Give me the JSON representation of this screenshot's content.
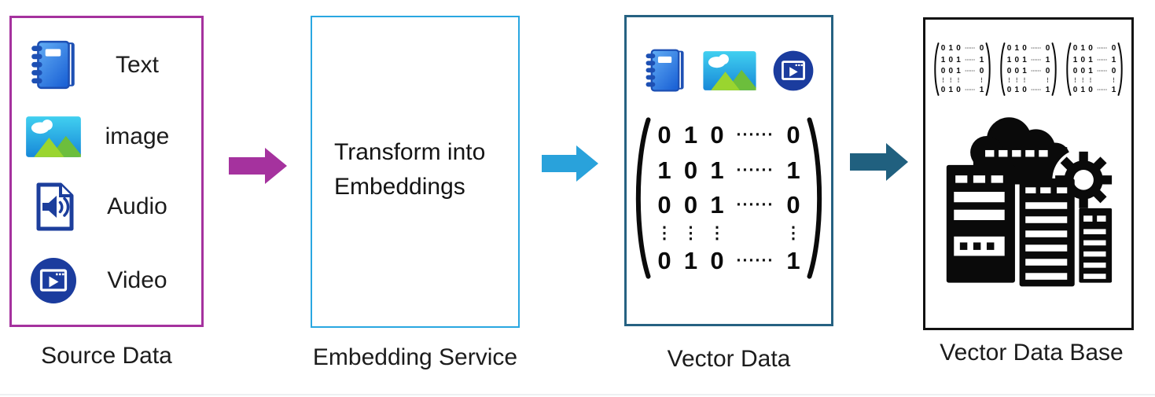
{
  "diagram": {
    "stages": [
      {
        "name": "source-data",
        "label": "Source Data",
        "border_color": "#A5329E",
        "items": [
          {
            "icon": "notebook-icon",
            "label": "Text"
          },
          {
            "icon": "image-icon",
            "label": "image"
          },
          {
            "icon": "audio-file-icon",
            "label": "Audio"
          },
          {
            "icon": "video-icon",
            "label": "Video"
          }
        ]
      },
      {
        "name": "embedding-service",
        "label": "Embedding Service",
        "border_color": "#29A7E1",
        "body_line1": "Transform into",
        "body_line2": "Embeddings"
      },
      {
        "name": "vector-data",
        "label": "Vector Data",
        "border_color": "#266282",
        "icons": [
          "notebook-icon",
          "image-icon",
          "video-icon"
        ]
      },
      {
        "name": "vector-database",
        "label": "Vector Data Base",
        "border_color": "#111111",
        "icon": "cloud-servers-gear-icon",
        "small_matrix_count": 3
      }
    ],
    "arrows": [
      {
        "name": "arrow-source-to-embedding",
        "color": "#A5329E"
      },
      {
        "name": "arrow-embedding-to-vector",
        "color": "#29A2DB"
      },
      {
        "name": "arrow-vector-to-database",
        "color": "#20607F"
      }
    ],
    "matrix": {
      "rows": [
        [
          "0",
          "1",
          "0",
          "······",
          "0"
        ],
        [
          "1",
          "0",
          "1",
          "······",
          "1"
        ],
        [
          "0",
          "0",
          "1",
          "······",
          "0"
        ],
        [
          "⋮",
          "⋮",
          "⋮",
          "",
          "⋮"
        ],
        [
          "0",
          "1",
          "0",
          "······",
          "1"
        ]
      ]
    }
  }
}
